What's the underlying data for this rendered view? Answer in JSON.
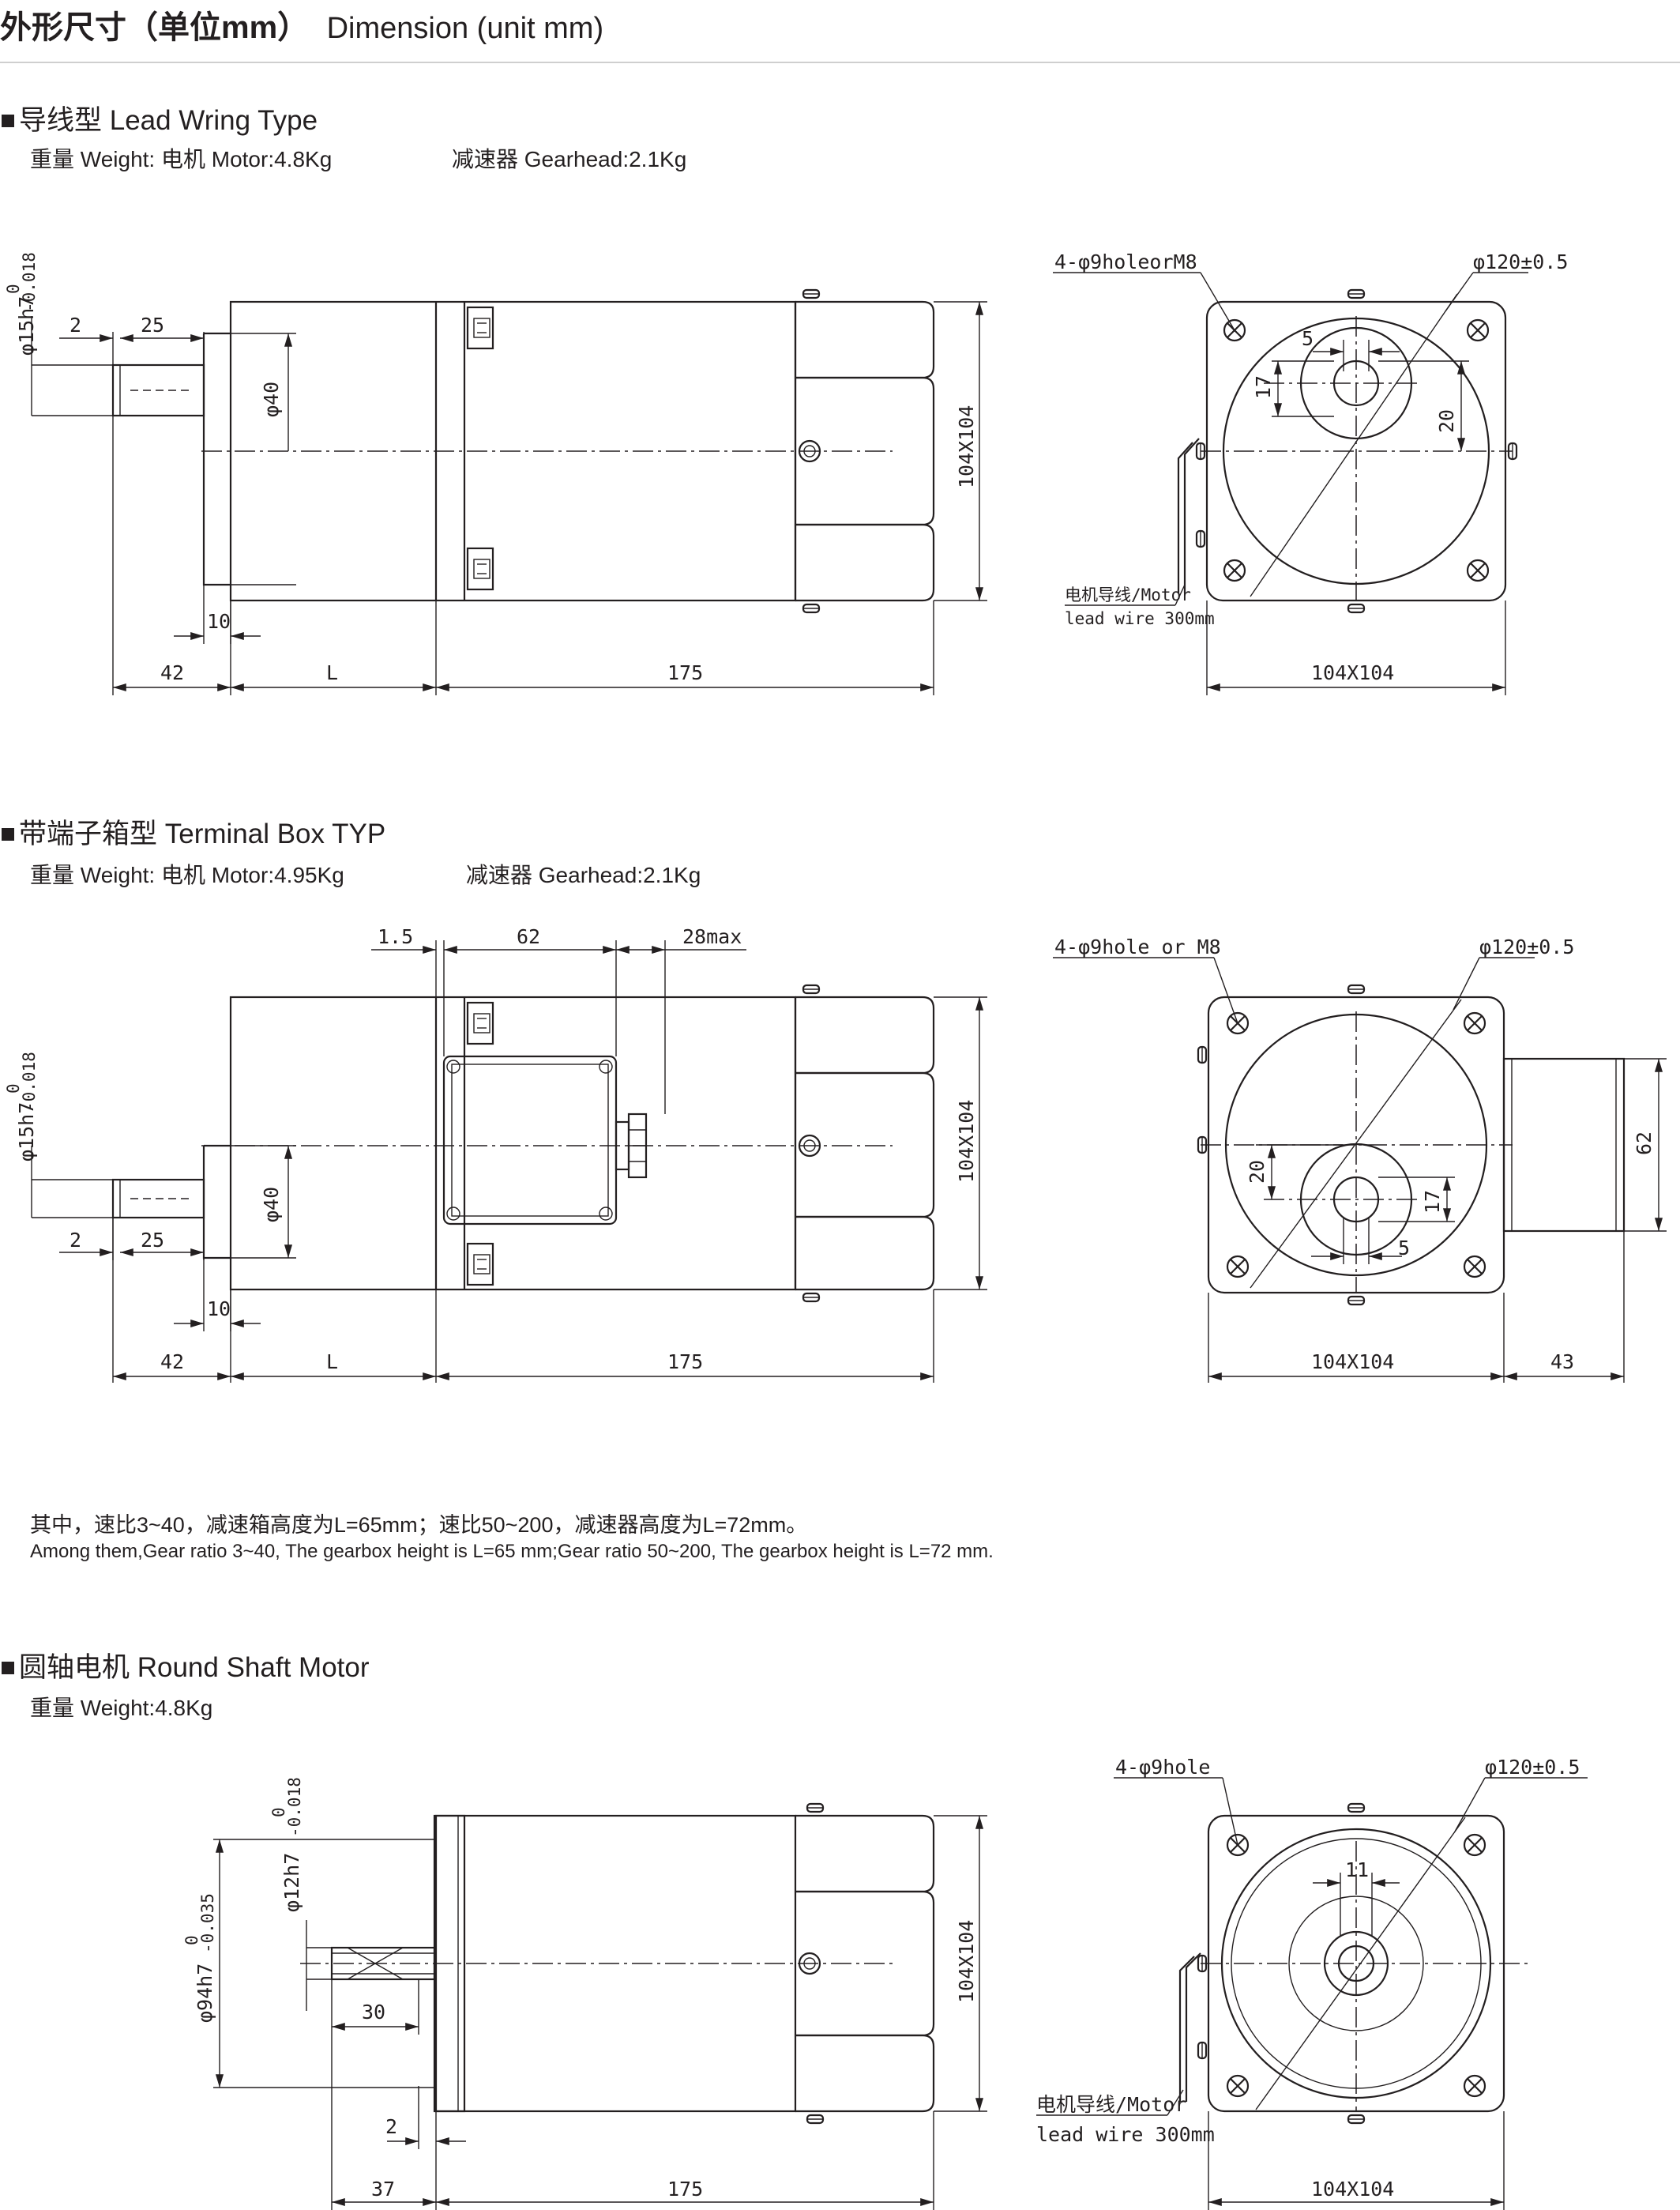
{
  "header": {
    "title_cn": "外形尺寸（单位mm）",
    "title_en": "Dimension (unit mm)"
  },
  "sections": [
    {
      "title": "导线型 Lead Wring Type",
      "weight": "重量 Weight:  电机 Motor:4.8Kg",
      "gearhead": "减速器 Gearhead:2.1Kg"
    },
    {
      "title": "带端子箱型 Terminal Box TYP",
      "weight": "重量 Weight:  电机 Motor:4.95Kg",
      "gearhead": "减速器 Gearhead:2.1Kg"
    },
    {
      "title": "圆轴电机 Round Shaft Motor",
      "weight": "重量 Weight:4.8Kg"
    }
  ],
  "notes": {
    "cn": "其中，速比3~40，减速箱高度为L=65mm；速比50~200，减速器高度为L=72mm。",
    "en": "Among them,Gear ratio 3~40, The gearbox height is L=65 mm;Gear ratio 50~200, The gearbox height is L=72 mm."
  },
  "dims1": {
    "shaft_dia": "φ15h7",
    "tol_upper": "0",
    "tol_lower": "-0.018",
    "d2": "2",
    "d25": "25",
    "d40": "φ40",
    "d10": "10",
    "d42": "42",
    "dL": "L",
    "d175": "175",
    "d104v": "104X104",
    "holes": "4-φ9holeorM8",
    "pcd": "φ120±0.5",
    "d5": "5",
    "d17": "17",
    "d20": "20",
    "lead_label_1": "电机导线/Motor",
    "lead_label_2": "lead wire 300mm",
    "d104h": "104X104"
  },
  "dims2": {
    "d15": "1.5",
    "d62": "62",
    "d28": "28max",
    "shaft_dia": "φ15h7",
    "tol_upper": "0",
    "tol_lower": "-0.018",
    "d40": "φ40",
    "d2": "2",
    "d25": "25",
    "d10": "10",
    "d42": "42",
    "dL": "L",
    "d175": "175",
    "d104v": "104X104",
    "holes": "4-φ9hole or M8",
    "pcd": "φ120±0.5",
    "d20": "20",
    "d17": "17",
    "d5": "5",
    "d62v": "62",
    "d104h": "104X104",
    "d43": "43"
  },
  "dims3": {
    "pilot_dia": "φ94h7",
    "pilot_tol_upper": "0",
    "pilot_tol_lower": "-0.035",
    "shaft_dia": "φ12h7",
    "tol_upper": "0",
    "tol_lower": "-0.018",
    "d30": "30",
    "d2": "2",
    "d37": "37",
    "d175": "175",
    "d104v": "104X104",
    "holes": "4-φ9hole",
    "pcd": "φ120±0.5",
    "d11": "11",
    "lead_label_1": "电机导线/Motor",
    "lead_label_2": "lead wire 300mm",
    "d104h": "104X104"
  }
}
